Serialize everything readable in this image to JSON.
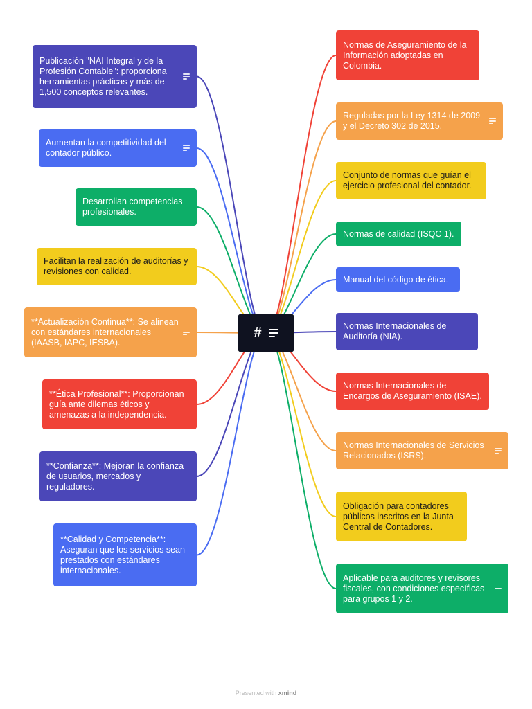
{
  "center": {
    "label": "#",
    "icon": "note-icon"
  },
  "colors": {
    "indigo": "#4b47b8",
    "blue": "#4a6cf2",
    "green": "#0dae68",
    "yellow": "#f2cc1d",
    "orange": "#f5a24b",
    "red": "#f04237",
    "center": "#0f1220"
  },
  "left_topics": [
    {
      "text": "Publicación \"NAI Integral y de la Profesión Contable\": proporciona herramientas prácticas y más de 1,500 conceptos relevantes.",
      "color": "indigo",
      "has_note": true
    },
    {
      "text": "Aumentan la competitividad del contador público.",
      "color": "blue",
      "has_note": true
    },
    {
      "text": "Desarrollan competencias profesionales.",
      "color": "green",
      "has_note": false
    },
    {
      "text": "Facilitan la realización de auditorías y revisiones con calidad.",
      "color": "yellow",
      "has_note": false
    },
    {
      "text": "**Actualización Continua**: Se alinean con estándares internacionales (IAASB, IAPC, IESBA).",
      "color": "orange",
      "has_note": true
    },
    {
      "text": "**Ética Profesional**: Proporcionan guía ante dilemas éticos y amenazas a la independencia.",
      "color": "red",
      "has_note": false
    },
    {
      "text": "**Confianza**: Mejoran la confianza de usuarios, mercados y reguladores.",
      "color": "indigo",
      "has_note": false
    },
    {
      "text": "**Calidad y Competencia**: Aseguran que los servicios sean prestados con estándares internacionales.",
      "color": "blue",
      "has_note": false
    }
  ],
  "right_topics": [
    {
      "text": "Normas de Aseguramiento de la Información adoptadas en Colombia.",
      "color": "red",
      "has_note": false
    },
    {
      "text": "Reguladas por la Ley 1314 de 2009 y el Decreto 302 de 2015.",
      "color": "orange",
      "has_note": true
    },
    {
      "text": "Conjunto de normas que guían el ejercicio profesional del contador.",
      "color": "yellow",
      "has_note": false
    },
    {
      "text": "Normas de calidad (ISQC 1).",
      "color": "green",
      "has_note": false
    },
    {
      "text": "Manual del código de ética.",
      "color": "blue",
      "has_note": false
    },
    {
      "text": "Normas Internacionales de Auditoría (NIA).",
      "color": "indigo",
      "has_note": false
    },
    {
      "text": "Normas Internacionales de Encargos de Aseguramiento (ISAE).",
      "color": "red",
      "has_note": false
    },
    {
      "text": "Normas Internacionales de Servicios Relacionados (ISRS).",
      "color": "orange",
      "has_note": true
    },
    {
      "text": "Obligación para contadores públicos inscritos en la Junta Central de Contadores.",
      "color": "yellow",
      "has_note": false
    },
    {
      "text": "Aplicable para auditores y revisores fiscales, con condiciones específicas para grupos 1 y 2.",
      "color": "green",
      "has_note": true
    }
  ],
  "footer": {
    "prefix": "Presented with",
    "brand": "xmind"
  }
}
